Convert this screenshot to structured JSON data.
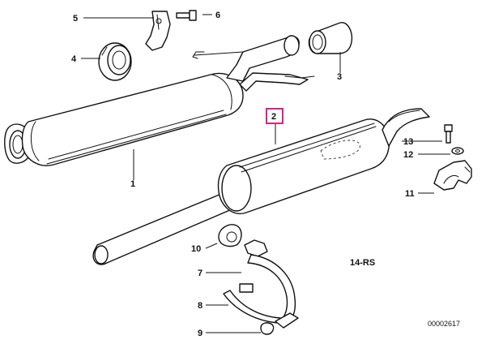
{
  "diagram": {
    "callouts": {
      "c1": "1",
      "c2": "2",
      "c3": "3",
      "c4": "4",
      "c5": "5",
      "c6": "6",
      "c7": "7",
      "c8": "8",
      "c9": "9",
      "c10": "10",
      "c11": "11",
      "c12": "12",
      "c13": "13"
    },
    "highlighted_callout": "2",
    "highlight_color": "#d6247e",
    "group_code": "14-RS",
    "drawing_number": "00002617"
  }
}
